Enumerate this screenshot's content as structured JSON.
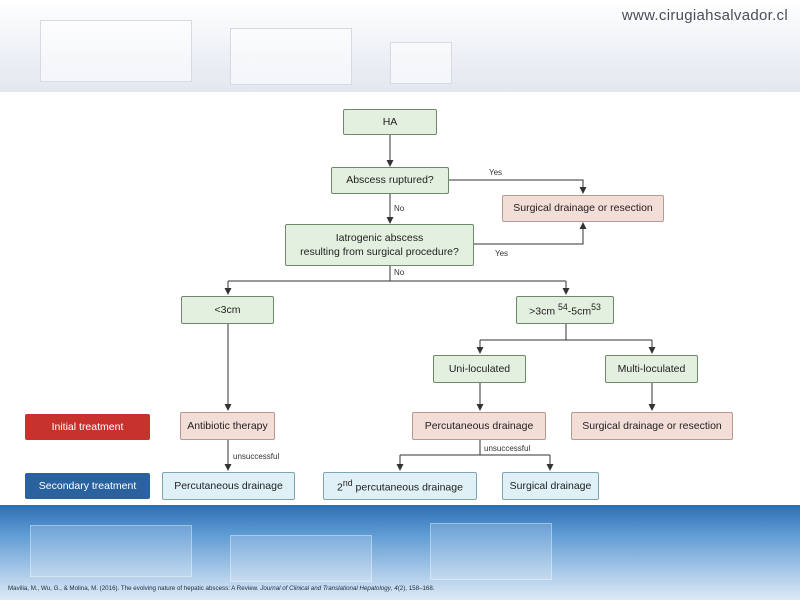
{
  "site_url": "www.cirugiahsalvador.cl",
  "nodes": {
    "ha": "HA",
    "abscess_ruptured": "Abscess ruptured?",
    "surgical_drainage_top": "Surgical drainage or resection",
    "iatrogenic_line1": "Iatrogenic abscess",
    "iatrogenic_line2": "resulting from surgical procedure?",
    "lt3cm": "<3cm",
    "gt3cm_prefix": ">3cm",
    "gt3cm_sup1": "54",
    "gt3cm_mid": "-5cm",
    "gt3cm_sup2": "53",
    "uni_loculated": "Uni-loculated",
    "multi_loculated": "Multi-loculated",
    "antibiotic_therapy": "Antibiotic therapy",
    "percutaneous_drainage": "Percutaneous drainage",
    "surgical_drainage_bottom": "Surgical drainage or resection",
    "percutaneous_drainage_2": "Percutaneous drainage",
    "second_prefix": "2",
    "second_sup": "nd",
    "second_rest": " percutaneous drainage",
    "surgical_drainage_final": "Surgical drainage"
  },
  "edge_labels": {
    "yes_1": "Yes",
    "no_1": "No",
    "yes_2": "Yes",
    "no_2": "No",
    "unsuccessful_1": "unsuccessful",
    "unsuccessful_2": "unsuccessful"
  },
  "legend": {
    "initial": "Initial treatment",
    "secondary": "Secondary treatment"
  },
  "citation": {
    "authors": "Mavilia, M., Wu, G., & Molina, M. (2016). The evolving nature of hepatic abscess: A Review.",
    "journal": "Journal of Clinical and Translational Hepatology",
    "volume": "4",
    "rest": "(2), 158–168."
  },
  "colors": {
    "initial_treatment": "#c7322d",
    "secondary_treatment": "#2a62a0",
    "decision_node": "#e3efdf",
    "initial_node": "#f3ddd7",
    "secondary_node": "#dff0f6"
  }
}
